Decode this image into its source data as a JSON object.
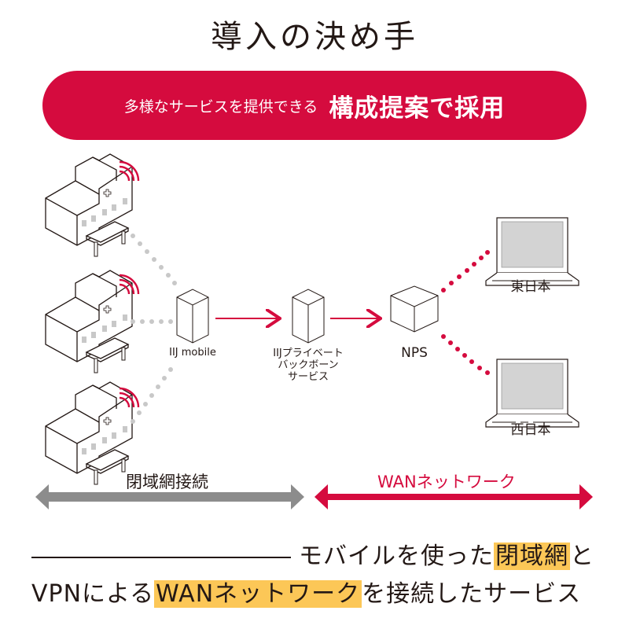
{
  "title": "導入の決め手",
  "banner": {
    "subtitle": "多様なサービスを提供できる",
    "headline": "構成提案で採用",
    "color": "#d50b3e"
  },
  "diagram": {
    "sites": [
      {
        "icon": "hospital-icon",
        "signal": "wireless-signal-icon"
      },
      {
        "icon": "hospital-icon",
        "signal": "wireless-signal-icon"
      },
      {
        "icon": "hospital-icon",
        "signal": "wireless-signal-icon"
      }
    ],
    "nodes": [
      {
        "id": "iij-mobile",
        "label": "IIJ mobile"
      },
      {
        "id": "iij-backbone",
        "label_lines": [
          "IIJプライベート",
          "バックボーン",
          "サービス"
        ]
      },
      {
        "id": "nps",
        "label": "NPS"
      }
    ],
    "endpoints": [
      {
        "id": "east",
        "label": "東日本"
      },
      {
        "id": "west",
        "label": "西日本"
      }
    ],
    "ranges": {
      "left": {
        "label": "閉域網接続",
        "color": "#8c8c8c"
      },
      "right": {
        "label": "WANネットワーク",
        "color": "#d50b3e"
      }
    }
  },
  "summary": {
    "line1_prefix": "モバイルを使った",
    "line1_highlight": "閉域網",
    "line1_suffix": "と",
    "line2_prefix": "VPNによる",
    "line2_highlight": "WANネットワーク",
    "line2_suffix": "を接続したサービス",
    "highlight_color": "#fcc757"
  }
}
